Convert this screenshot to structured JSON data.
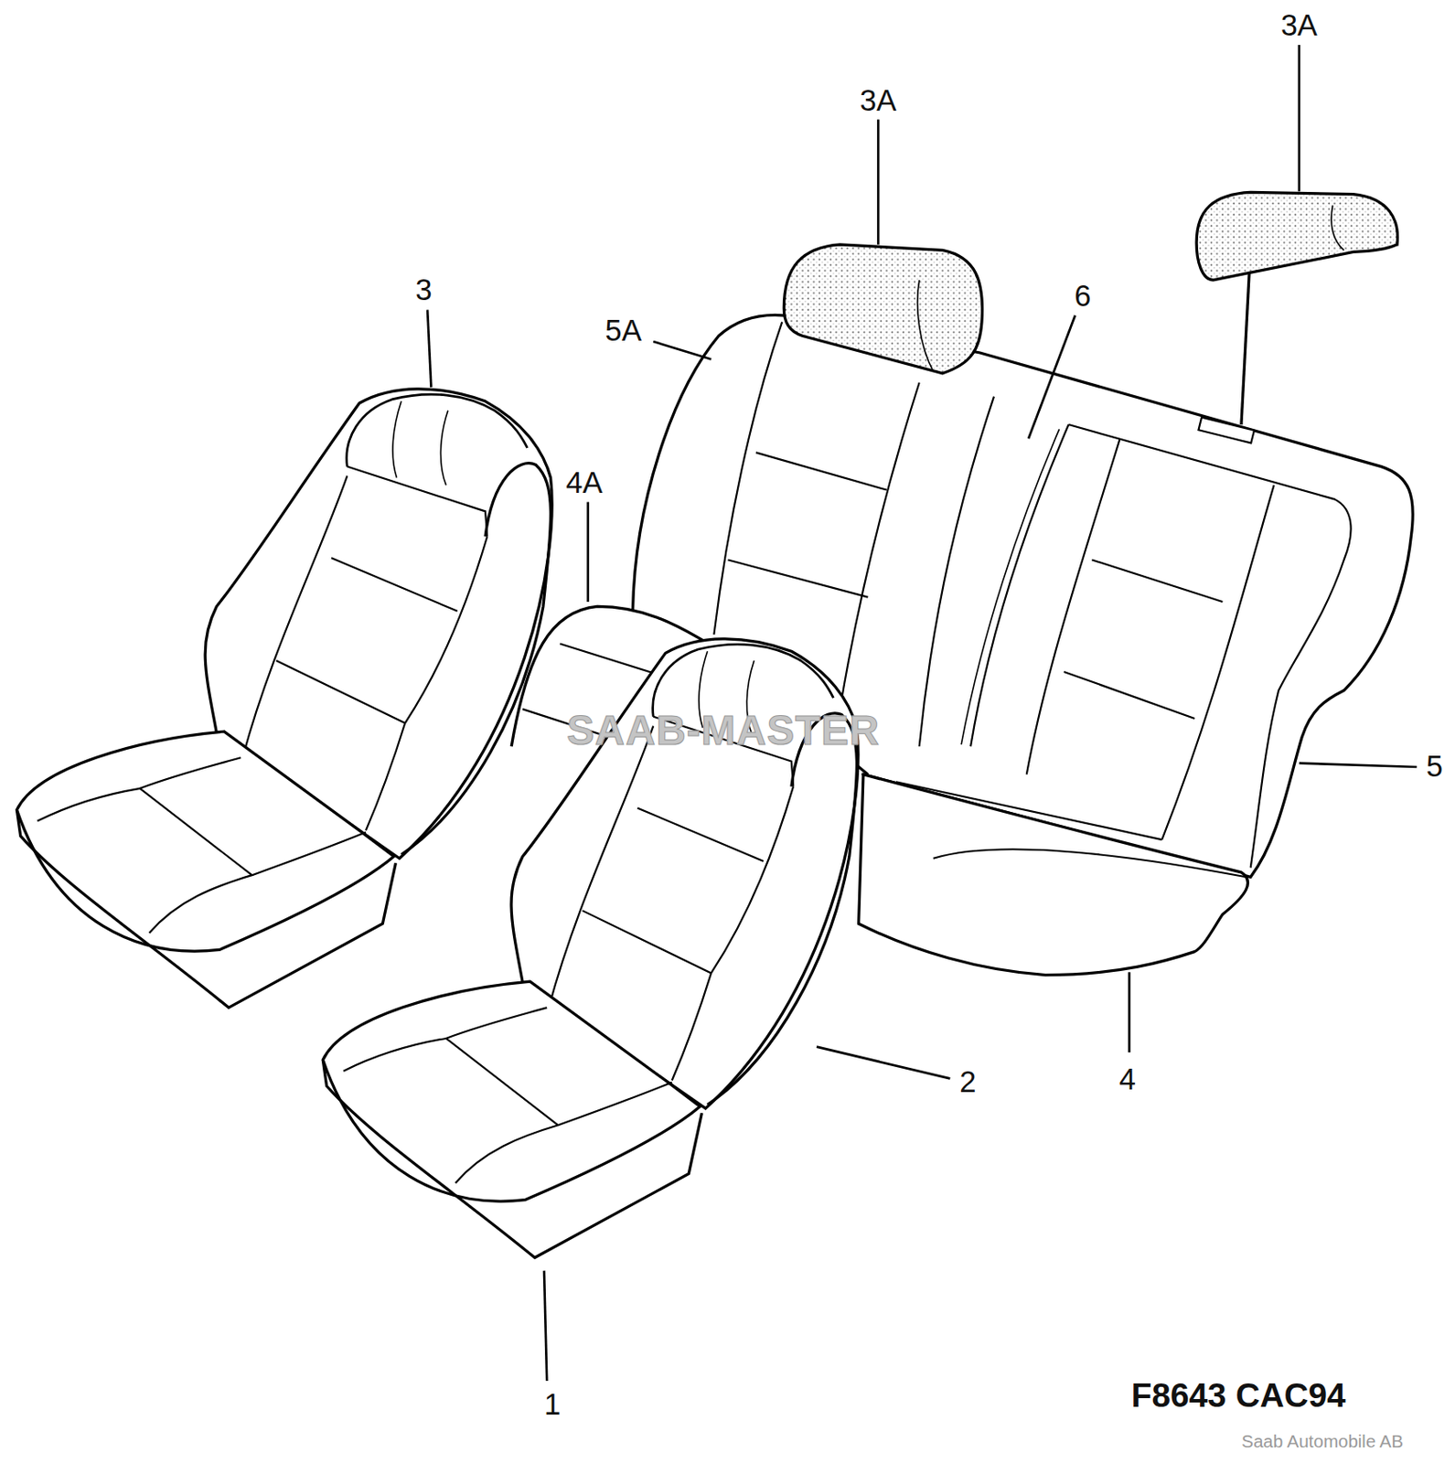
{
  "diagram": {
    "labels": [
      "3A",
      "3A",
      "3",
      "5A",
      "6",
      "4A",
      "5",
      "2",
      "4",
      "1",
      "SAAB-MASTER",
      "F8643 CAC94",
      "Saab Automobile AB"
    ]
  }
}
